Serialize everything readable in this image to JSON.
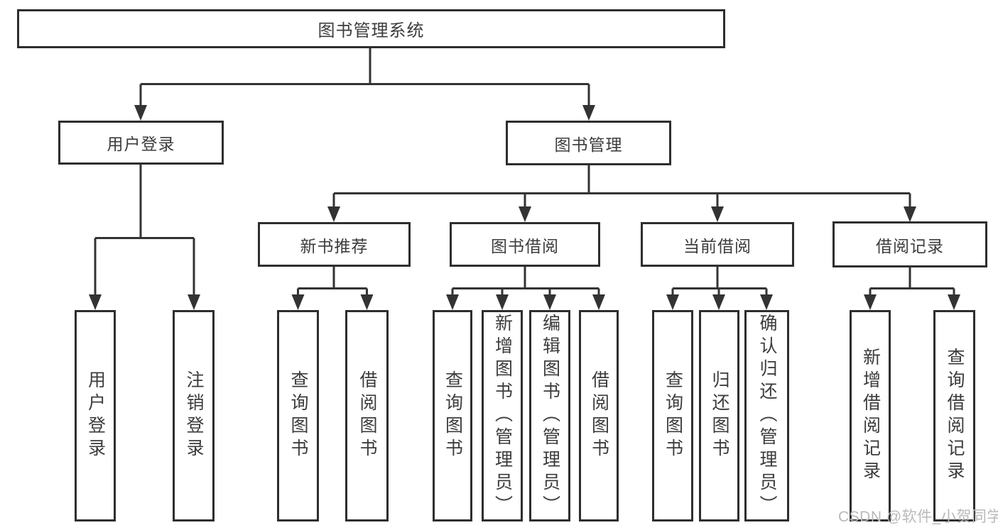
{
  "diagram": {
    "root": "图书管理系统",
    "user_login": {
      "label": "用户登录",
      "children": [
        "用户登录",
        "注销登录"
      ]
    },
    "book_management": {
      "label": "图书管理",
      "children": [
        {
          "label": "新书推荐",
          "children": [
            "查询图书",
            "借阅图书"
          ]
        },
        {
          "label": "图书借阅",
          "children": [
            "查询图书",
            "新增图书（管理员）",
            "编辑图书（管理员）",
            "借阅图书"
          ]
        },
        {
          "label": "当前借阅",
          "children": [
            "查询图书",
            "归还图书",
            "确认归还（管理员）"
          ]
        },
        {
          "label": "借阅记录",
          "children": [
            "新增借阅记录",
            "查询借阅记录"
          ]
        }
      ]
    }
  },
  "watermark": "CSDN @软件_小贺同学",
  "colors": {
    "line": "#333333",
    "box_border": "#2e2e2e",
    "text": "#3c3c3c",
    "background": "#ffffff",
    "watermark": "#b9b9b9"
  }
}
